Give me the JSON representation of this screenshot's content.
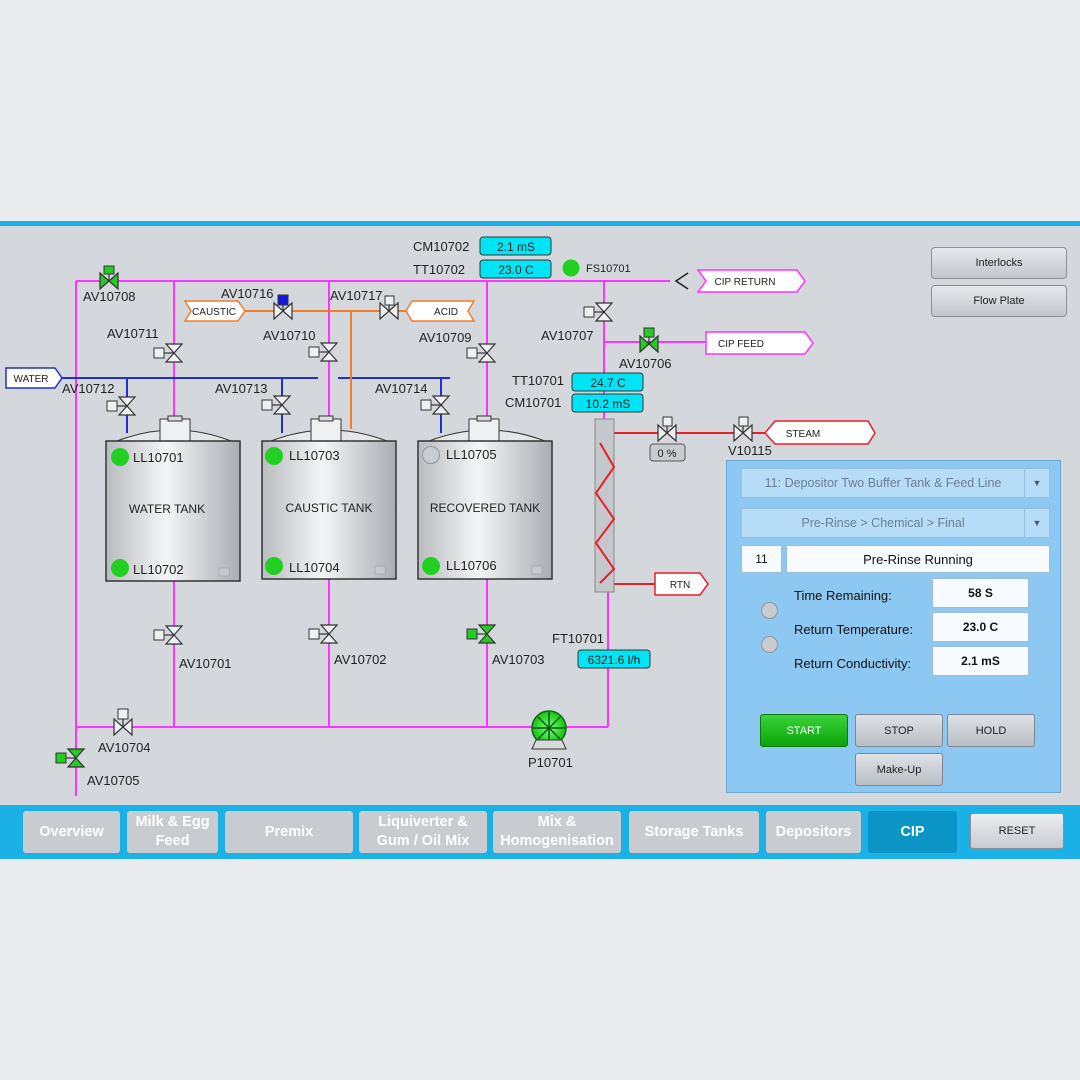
{
  "header": {
    "cm10702": {
      "tag": "CM10702",
      "value": "2.1 mS"
    },
    "tt10702": {
      "tag": "TT10702",
      "value": "23.0 C"
    },
    "fs10701": "FS10701"
  },
  "side_buttons": {
    "interlocks": "Interlocks",
    "flow_plate": "Flow Plate"
  },
  "lines": {
    "cip_return": "CIP RETURN",
    "cip_feed": "CIP FEED",
    "water": "WATER",
    "caustic": "CAUSTIC",
    "acid": "ACID",
    "steam": "STEAM",
    "rtn": "RTN"
  },
  "valves": {
    "av10708": "AV10708",
    "av10716": "AV10716",
    "av10717": "AV10717",
    "av10711": "AV10711",
    "av10710": "AV10710",
    "av10709": "AV10709",
    "av10707": "AV10707",
    "av10706": "AV10706",
    "av10712": "AV10712",
    "av10713": "AV10713",
    "av10714": "AV10714",
    "av10701": "AV10701",
    "av10702": "AV10702",
    "av10703": "AV10703",
    "av10704": "AV10704",
    "av10705": "AV10705",
    "v10115": "V10115"
  },
  "instruments": {
    "tt10701": {
      "tag": "TT10701",
      "value": "24.7 C"
    },
    "cm10701": {
      "tag": "CM10701",
      "value": "10.2 mS"
    },
    "ft10701": {
      "tag": "FT10701",
      "value": "6321.6 l/h"
    },
    "steam_valve_pct": "0 %",
    "pump": "P10701"
  },
  "tanks": [
    {
      "name": "WATER TANK",
      "high_level": "LL10701",
      "low_level": "LL10702"
    },
    {
      "name": "CAUSTIC TANK",
      "high_level": "LL10703",
      "low_level": "LL10704"
    },
    {
      "name": "RECOVERED TANK",
      "high_level": "LL10705",
      "low_level": "LL10706"
    }
  ],
  "cip_panel": {
    "route": "11: Depositor Two Buffer Tank & Feed Line",
    "sequence": "Pre-Rinse > Chemical > Final",
    "step_number": "11",
    "step_status": "Pre-Rinse Running",
    "time_remaining_label": "Time Remaining:",
    "time_remaining_value": "58 S",
    "return_temperature_label": "Return Temperature:",
    "return_temperature_value": "23.0 C",
    "return_conductivity_label": "Return Conductivity:",
    "return_conductivity_value": "2.1 mS",
    "buttons": {
      "start": "START",
      "stop": "STOP",
      "hold": "HOLD",
      "make_up": "Make-Up"
    }
  },
  "nav": {
    "items": [
      {
        "label": "Overview"
      },
      {
        "label": "Milk & Egg\nFeed"
      },
      {
        "label": "Premix"
      },
      {
        "label": "Liquiverter &\nGum / Oil Mix"
      },
      {
        "label": "Mix &\nHomogenisation"
      },
      {
        "label": "Storage Tanks"
      },
      {
        "label": "Depositors"
      },
      {
        "label": "CIP"
      }
    ],
    "reset": "RESET"
  },
  "colors": {
    "pipe_cip": "#ff33ff",
    "pipe_water": "#1f2fd6",
    "pipe_chem": "#f07d2a",
    "pipe_steam": "#e8202a",
    "valve_open": "#22cc22",
    "readout_bg": "#00e5f5",
    "nav_bar": "#1cb1e6",
    "nav_active": "#0b94c6",
    "panel_bg": "#8cc8f2",
    "start_button": "#18b818"
  }
}
